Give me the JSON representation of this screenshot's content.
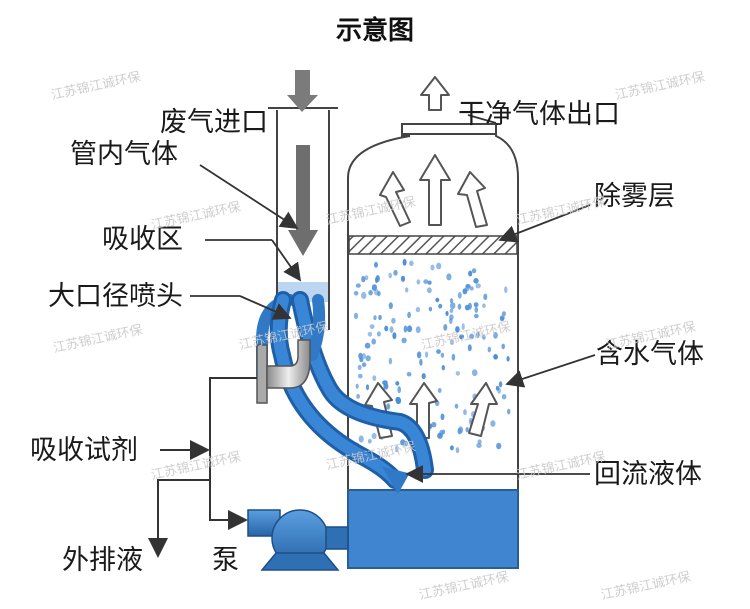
{
  "title": "示意图",
  "watermark": "江苏锦江诚环保",
  "labels": {
    "exhaust_inlet": "废气进口",
    "clean_gas_outlet": "干净气体出口",
    "pipe_gas": "管内气体",
    "demister": "除雾层",
    "absorption_zone": "吸收区",
    "nozzle": "大口径喷头",
    "water_gas": "含水气体",
    "absorbent": "吸收试剂",
    "reflux_liquid": "回流液体",
    "discharge": "外排液",
    "pump": "泵"
  },
  "colors": {
    "water_blue": "#2f79c7",
    "liquid_tank": "#3f85cf",
    "line": "#3a3a3a",
    "droplet": "#4d8fd6"
  }
}
